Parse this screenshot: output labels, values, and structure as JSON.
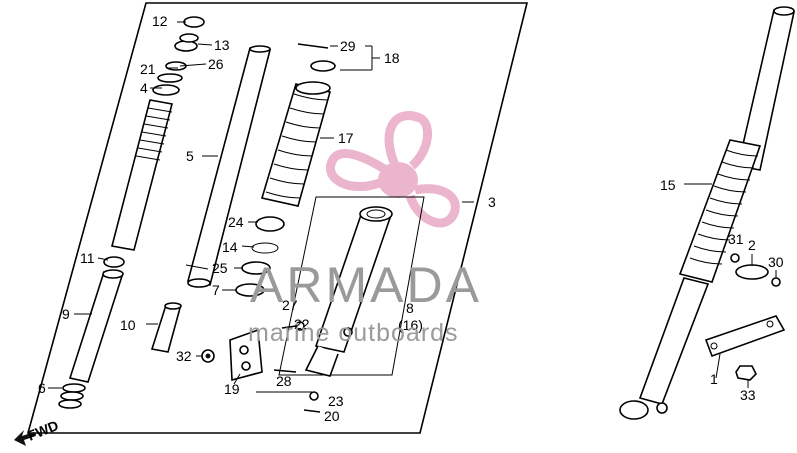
{
  "watermark": {
    "brand": "ARMADA",
    "tagline": "marine outboards",
    "logo_color": "#e9a9c6",
    "text_color": "#9a9a9a"
  },
  "direction_label": "FWD",
  "callouts": {
    "c1": "1",
    "c2": "2",
    "c3": "3",
    "c4": "4",
    "c5": "5",
    "c6": "6",
    "c7": "7",
    "c8": "8",
    "c8b": "(16)",
    "c9": "9",
    "c10": "10",
    "c11": "11",
    "c12": "12",
    "c13": "13",
    "c14": "14",
    "c15": "15",
    "c17": "17",
    "c18": "18",
    "c19": "19",
    "c20": "20",
    "c21": "21",
    "c22": "22",
    "c23": "23",
    "c24": "24",
    "c25": "25",
    "c26": "26",
    "c27": "27",
    "c28": "28",
    "c29": "29",
    "c30": "30",
    "c31": "31",
    "c32": "32",
    "c33": "33"
  }
}
